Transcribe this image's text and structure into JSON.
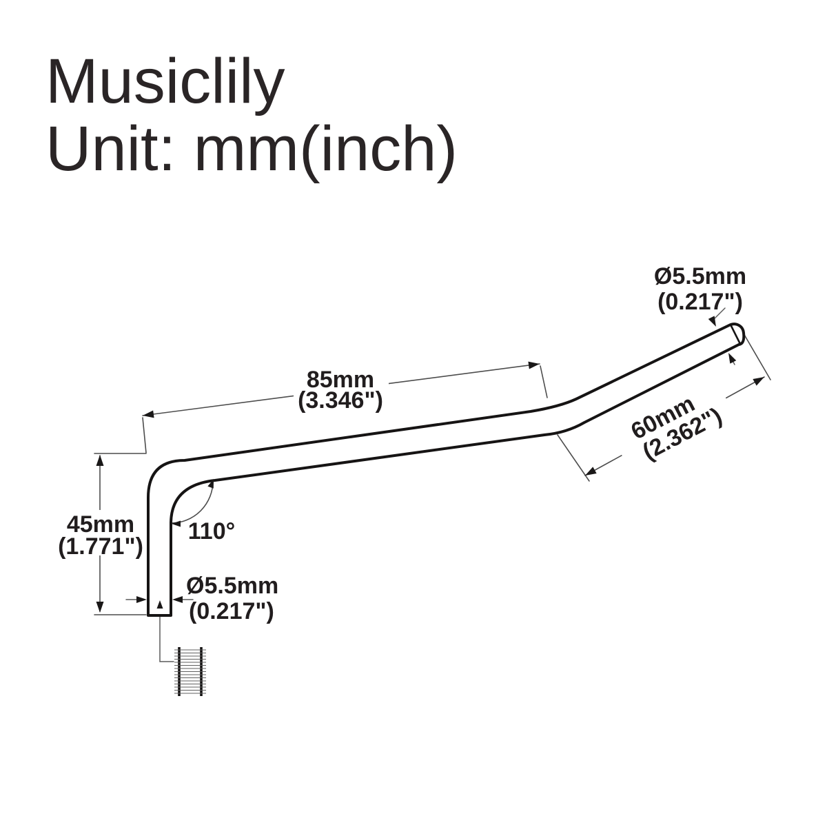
{
  "header": {
    "brand": "Musiclily",
    "unit_note": "Unit: mm(inch)"
  },
  "diagram": {
    "subject": "tremolo-arm-dimension-drawing",
    "angle_label": "110°",
    "dimensions": {
      "vertical_length": {
        "mm": "45mm",
        "inch": "(1.771\")"
      },
      "main_length": {
        "mm": "85mm",
        "inch": "(3.346\")"
      },
      "upper_length": {
        "mm": "60mm",
        "inch": "(2.362\")"
      },
      "tip_diameter": {
        "mm": "Ø5.5mm",
        "inch": "(0.217\")"
      },
      "thread_end_diameter": {
        "mm": "Ø5.5mm",
        "inch": "(0.217\")"
      }
    },
    "colors": {
      "background": "#ffffff",
      "outline": "#161414",
      "dimension_lines": "#4c4c4c",
      "text": "#242021"
    }
  }
}
